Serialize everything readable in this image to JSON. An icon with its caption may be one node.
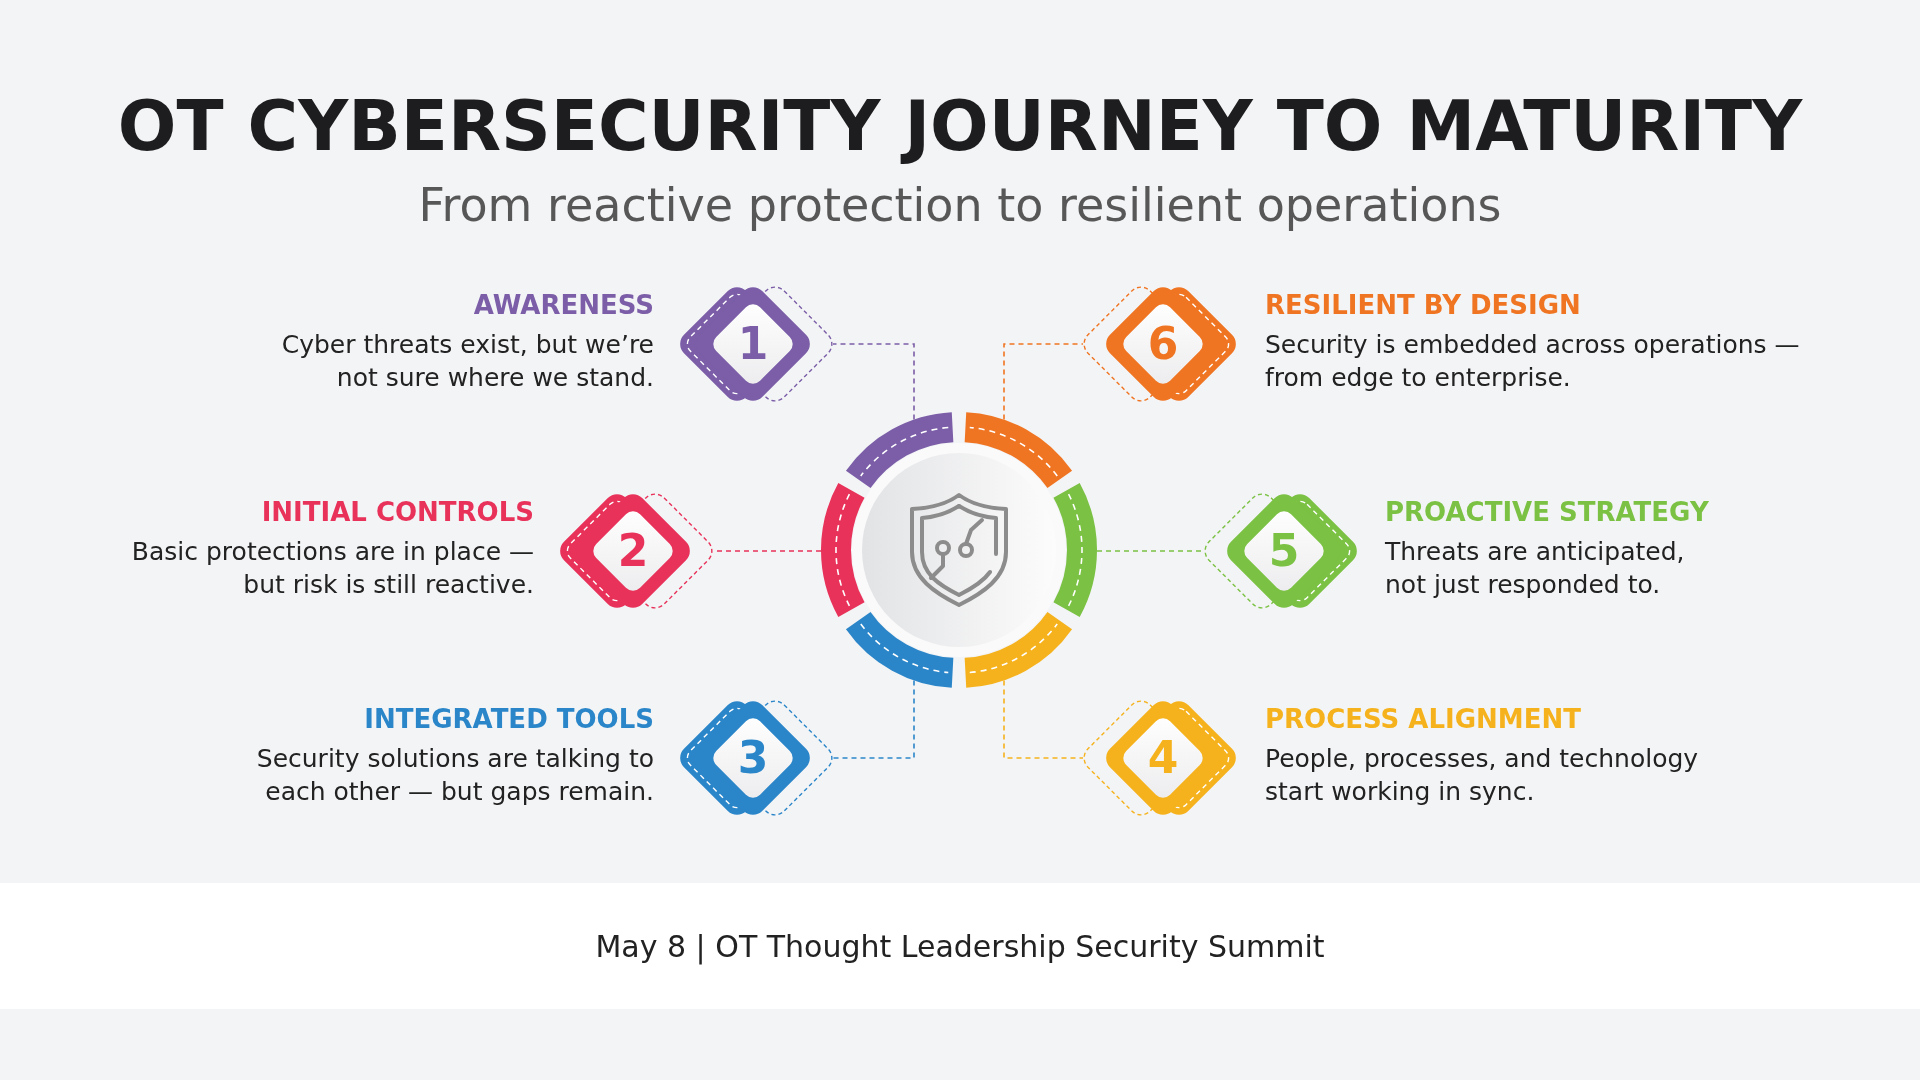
{
  "diagram": {
    "title": "OT CYBERSECURITY JOURNEY TO MATURITY",
    "nodes": [
      {
        "text": [
          "1"
        ],
        "beside": [
          "AWARENESS",
          "Cyber threats exist, but we’re not sure where we stand."
        ]
      },
      {
        "text": [
          "6"
        ],
        "beside": [
          "RESILIENT BY DESIGN",
          "Security is embedded across operations — from edge to enterprise."
        ]
      },
      {
        "text": [
          "2"
        ],
        "beside": [
          "INITIAL CONTROLS",
          "Basic protections are in place — but risk is still reactive."
        ]
      },
      {
        "text": [],
        "shape": "circle"
      },
      {
        "text": [
          "5"
        ],
        "beside": [
          "PROACTIVE STRATEGY",
          "Threats are anticipated, not just responded to."
        ]
      },
      {
        "text": [
          "3"
        ],
        "beside": [
          "INTEGRATED TOOLS",
          "Security solutions are talking to each other — but gaps remain."
        ]
      },
      {
        "text": [
          "4"
        ],
        "beside": [
          "PROCESS ALIGNMENT",
          "People, processes, and technology start working in sync."
        ]
      }
    ],
    "edges": [
      {
        "from": 3,
        "to": 0,
        "arrow": "none",
        "style": "dashed",
        "color": "#7b5ea7"
      },
      {
        "from": 3,
        "to": 1,
        "arrow": "none",
        "style": "dashed",
        "color": "#f07522"
      },
      {
        "from": 3,
        "to": 2,
        "arrow": "none",
        "style": "dashed",
        "color": "#e8325a"
      },
      {
        "from": 3,
        "to": 4,
        "arrow": "none",
        "style": "dashed",
        "color": "#7bc143"
      },
      {
        "from": 3,
        "to": 5,
        "arrow": "none",
        "style": "dashed",
        "color": "#2b86c9"
      },
      {
        "from": 3,
        "to": 6,
        "arrow": "none",
        "style": "dashed",
        "color": "#f5b21c"
      }
    ],
    "labels": [
      "From reactive protection to resilient operations",
      "May 8 | OT Thought Leadership Security Summit"
    ]
  }
}
